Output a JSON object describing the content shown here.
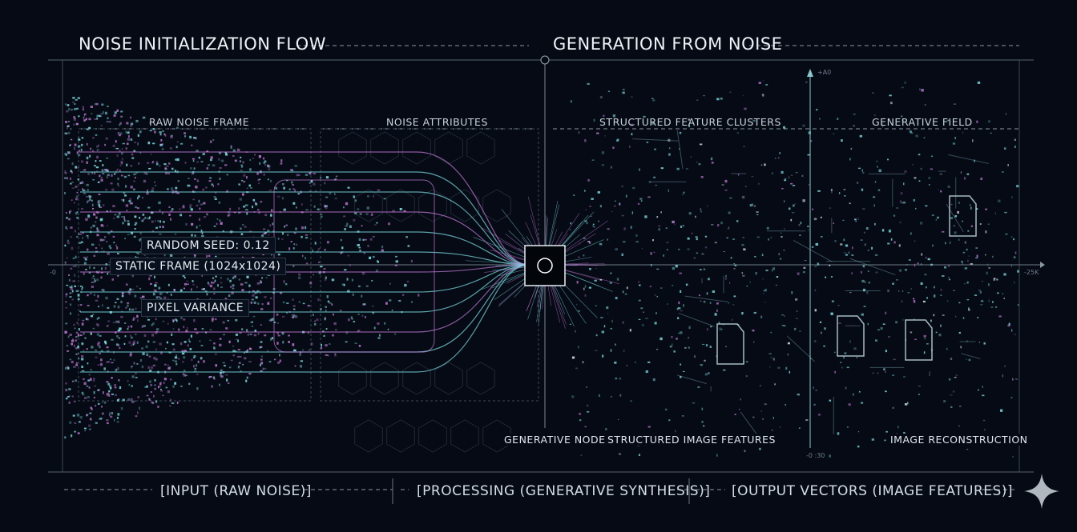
{
  "headers": {
    "left": "NOISE INITIALIZATION FLOW",
    "right": "GENERATION FROM NOISE"
  },
  "sections": {
    "raw_noise_frame": "RAW NOISE FRAME",
    "noise_attributes": "NOISE ATTRIBUTES",
    "structured_feature_clusters": "STRUCTURED FEATURE CLUSTERS",
    "generative_field": "GENERATIVE FIELD"
  },
  "attributes": {
    "random_seed": "RANDOM SEED: 0.12",
    "static_frame": "STATIC FRAME (1024x1024)",
    "pixel_variance": "PIXEL VARIANCE"
  },
  "captions": {
    "generative_node": "GENERATIVE NODE",
    "structured_image_features": "STRUCTURED IMAGE FEATURES",
    "image_reconstruction": "IMAGE RECONSTRUCTION"
  },
  "axis": {
    "x_end": "-25K",
    "y_top": "+A0",
    "y_bottom": "-0 :30",
    "left_origin": "-0"
  },
  "footer": {
    "input": "[INPUT (RAW NOISE)]",
    "processing": "[PROCESSING (GENERATIVE SYNTHESIS)]",
    "output": "[OUTPUT VECTORS (IMAGE FEATURES)]"
  },
  "colors": {
    "background": "#050a14",
    "cyan": "#7fe0e6",
    "magenta": "#c47ad8",
    "line": "#8a97a4"
  },
  "icons": {
    "corner": "sparkle-icon"
  }
}
